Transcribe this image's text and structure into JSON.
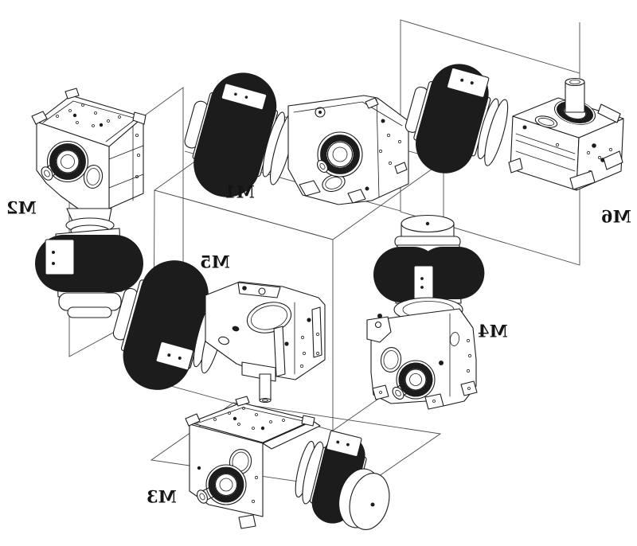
{
  "figure": {
    "background_color": "#ffffff",
    "line_color": "#1c1c1c",
    "construction_line_color": "#4a4a4a",
    "label_color": "#141414",
    "labels_mirrored": true,
    "positions": [
      {
        "id": "m1",
        "label": "M1"
      },
      {
        "id": "m2",
        "label": "M2"
      },
      {
        "id": "m3",
        "label": "M3"
      },
      {
        "id": "m4",
        "label": "M4"
      },
      {
        "id": "m5",
        "label": "M5"
      },
      {
        "id": "m6",
        "label": "M6"
      }
    ]
  }
}
